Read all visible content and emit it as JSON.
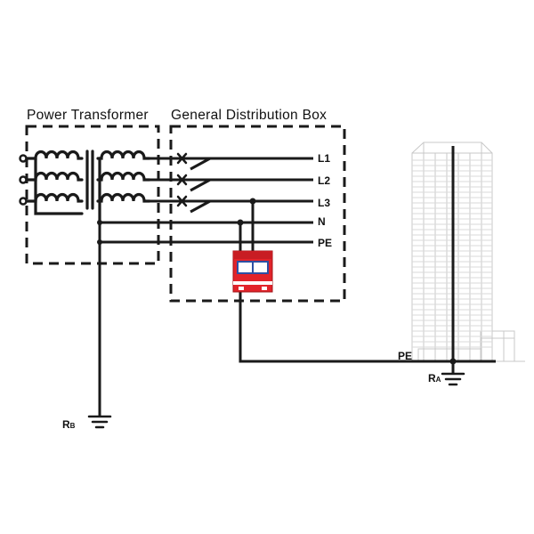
{
  "titles": {
    "transformer": "Power Transformer",
    "distribution_box": "General Distribution Box"
  },
  "lines": {
    "l1": "L1",
    "l2": "L2",
    "l3": "L3",
    "n": "N",
    "pe": "PE",
    "pe_building": "PE"
  },
  "earth": {
    "rb_main": "R",
    "rb_sub": "B",
    "ra_main": "R",
    "ra_sub": "A"
  },
  "colors": {
    "wire": "#1a1a1a",
    "spd_red": "#e2232a",
    "spd_blue": "#2d4fa3",
    "building": "#cfcfcf"
  }
}
